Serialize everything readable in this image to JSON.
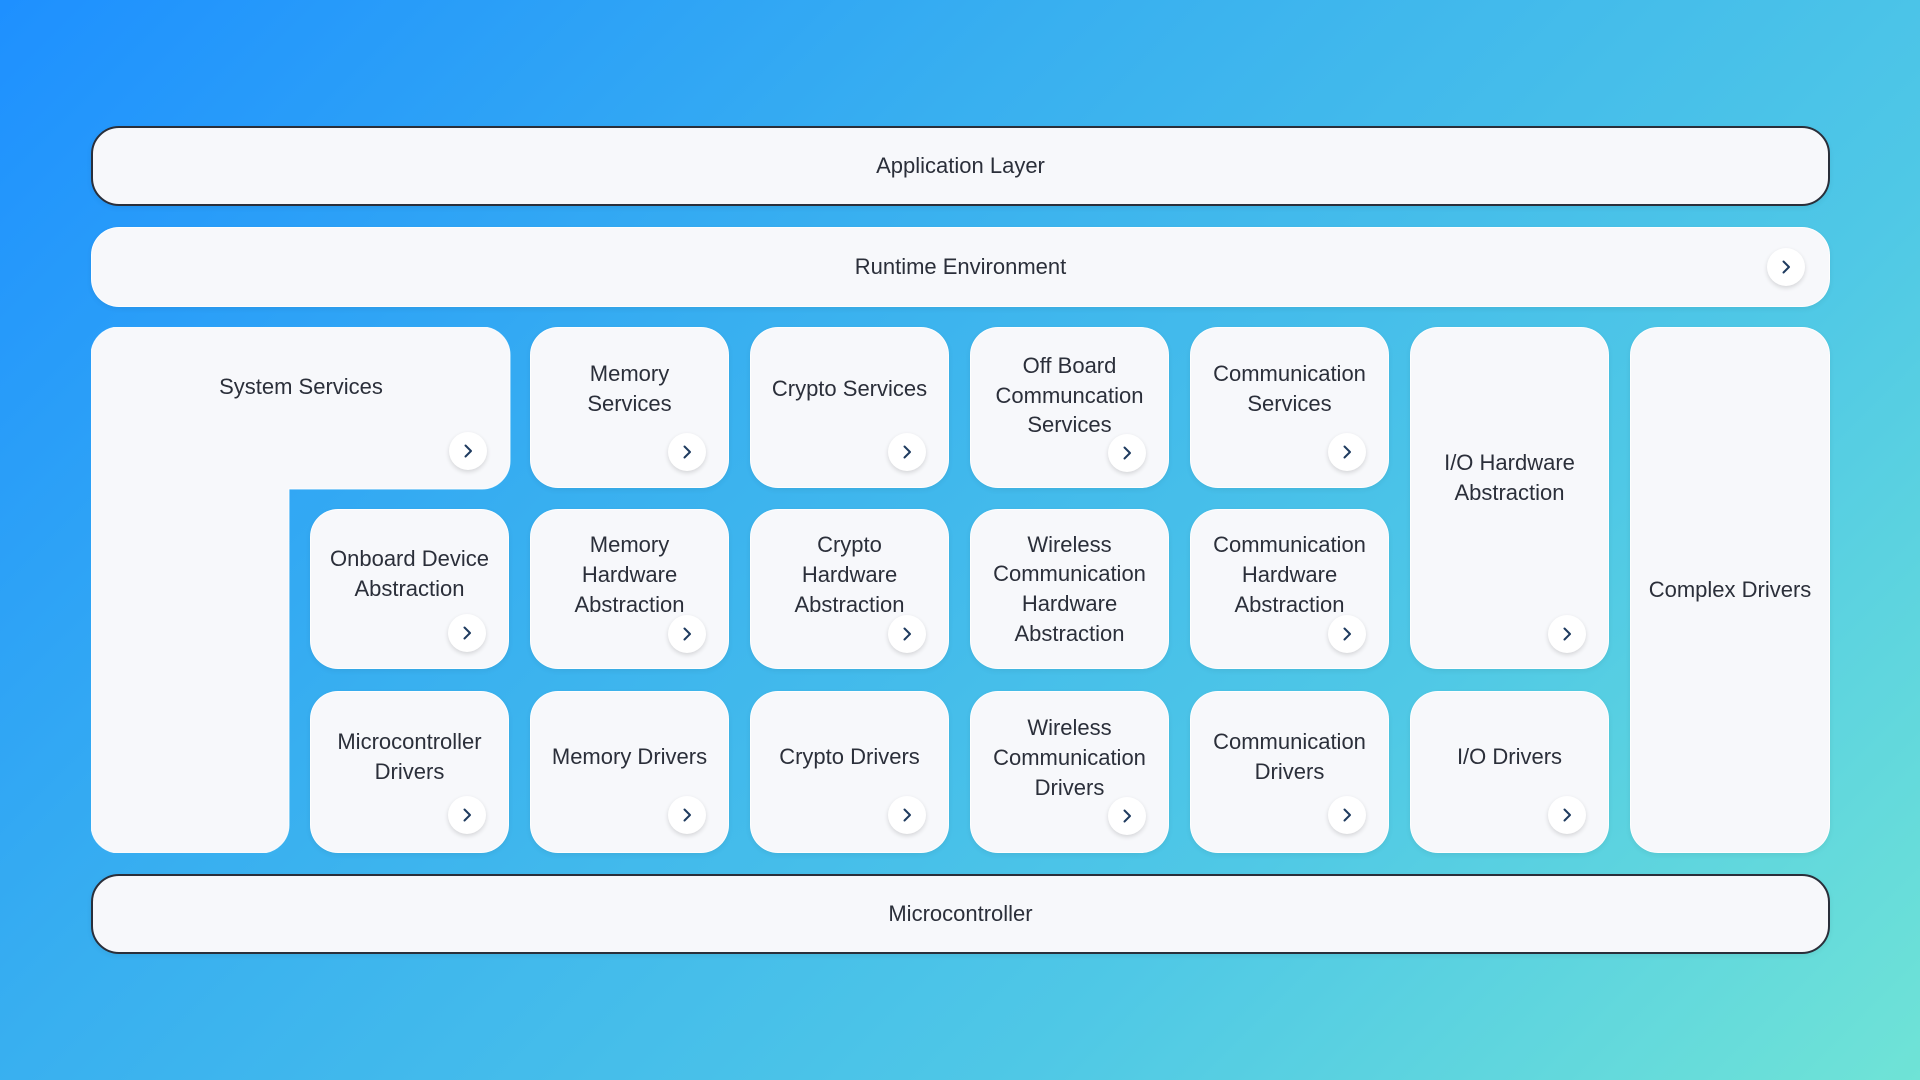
{
  "layers": {
    "application": "Application Layer",
    "runtime": "Runtime Environment",
    "microcontroller": "Microcontroller"
  },
  "services": {
    "system": "System Services",
    "memory": "Memory\nServices",
    "crypto": "Crypto Services",
    "offboard": "Off Board\nCommuncation\nServices",
    "communication": "Communication\nServices"
  },
  "hardware_abstraction": {
    "onboard": "Onboard Device\nAbstraction",
    "memory": "Memory\nHardware\nAbstraction",
    "crypto": "Crypto\nHardware\nAbstraction",
    "wireless": "Wireless\nCommunication\nHardware\nAbstraction",
    "communication": "Communication\nHardware\nAbstraction",
    "io": "I/O Hardware\nAbstraction"
  },
  "drivers": {
    "microcontroller": "Microcontroller\nDrivers",
    "memory": "Memory Drivers",
    "crypto": "Crypto Drivers",
    "wireless": "Wireless\nCommunication\nDrivers",
    "communication": "Communication\nDrivers",
    "io": "I/O Drivers",
    "complex": "Complex Drivers"
  },
  "icons": {
    "expand": "chevron-right-icon"
  },
  "colors": {
    "accent": "#1e90ff",
    "card": "#f7f8fb",
    "text": "#2b2f3a"
  }
}
